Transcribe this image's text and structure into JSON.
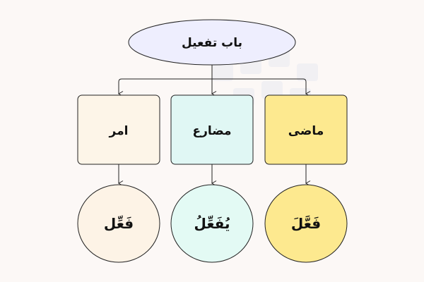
{
  "root": {
    "label": "باب تفعیل",
    "fill": "#eeeefe"
  },
  "categories": [
    {
      "label": "امر",
      "fill": "#fdf5e8",
      "form": "فَعِّل",
      "form_fill": "#fdf3e6"
    },
    {
      "label": "مضارع",
      "fill": "#e0f7f4",
      "form": "يُفَعِّلُ",
      "form_fill": "#e3faf4"
    },
    {
      "label": "ماضی",
      "fill": "#fde98f",
      "form": "فَعَّلَ",
      "form_fill": "#fde98f"
    }
  ]
}
